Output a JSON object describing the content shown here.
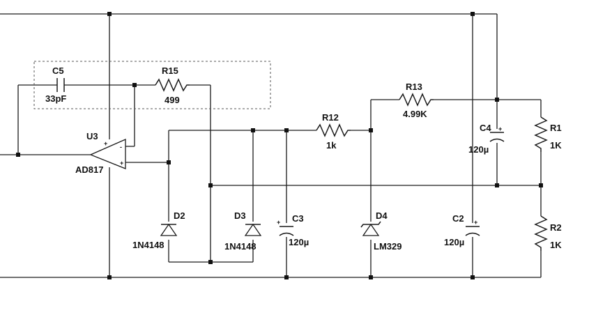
{
  "components": {
    "c5": {
      "ref": "C5",
      "value": "33pF"
    },
    "r15": {
      "ref": "R15",
      "value": "499"
    },
    "u3": {
      "ref": "U3",
      "value": "AD817",
      "pin_plus": "+",
      "pin_minus": "-",
      "pin_vplus": "+"
    },
    "r12": {
      "ref": "R12",
      "value": "1k"
    },
    "r13": {
      "ref": "R13",
      "value": "4.99K"
    },
    "c4": {
      "ref": "C4",
      "value": "120µ"
    },
    "r1": {
      "ref": "R1",
      "value": "1K"
    },
    "r2": {
      "ref": "R2",
      "value": "1K"
    },
    "d2": {
      "ref": "D2",
      "value": "1N4148"
    },
    "d3": {
      "ref": "D3",
      "value": "1N4148"
    },
    "c3": {
      "ref": "C3",
      "value": "120µ"
    },
    "d4": {
      "ref": "D4",
      "value": "LM329"
    },
    "c2": {
      "ref": "C2",
      "value": "120µ"
    }
  },
  "colors": {
    "ink": "#1a1a1a",
    "paper": "#ffffff",
    "box": "#555555"
  }
}
